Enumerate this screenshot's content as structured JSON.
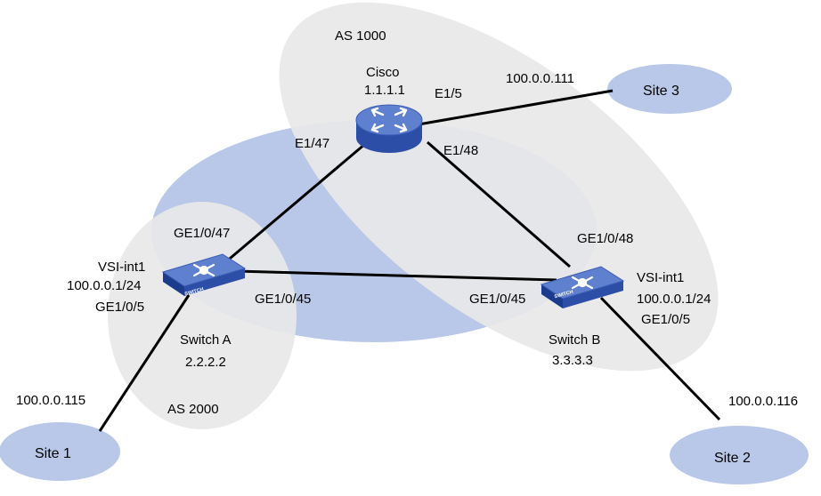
{
  "colors": {
    "backbone_region": "#b9c8e8",
    "as_region": "#e8e8e8",
    "site_cloud": "#b9c8e8",
    "link": "#000000",
    "device_body": "#2c4ea6",
    "device_top": "#5f7fcf"
  },
  "regions": {
    "as1000": "AS 1000",
    "as2000": "AS 2000"
  },
  "sites": {
    "site1": {
      "label": "Site 1",
      "address": "100.0.0.115"
    },
    "site2": {
      "label": "Site 2",
      "address": "100.0.0.116"
    },
    "site3": {
      "label": "Site 3",
      "address": "100.0.0.111"
    }
  },
  "devices": {
    "cisco": {
      "name": "Cisco",
      "router_id": "1.1.1.1",
      "icon": "router-icon",
      "ports": {
        "to_site3": "E1/5",
        "to_switch_a": "E1/47",
        "to_switch_b": "E1/48"
      }
    },
    "switch_a": {
      "name": "Switch A",
      "router_id": "2.2.2.2",
      "icon": "switch-icon",
      "badge": "SWITCH",
      "vsi": "VSI-int1",
      "vsi_ip": "100.0.0.1/24",
      "ports": {
        "to_cisco": "GE1/0/47",
        "to_switch_b": "GE1/0/45",
        "to_site1": "GE1/0/5"
      }
    },
    "switch_b": {
      "name": "Switch B",
      "router_id": "3.3.3.3",
      "icon": "switch-icon",
      "badge": "SWITCH",
      "vsi": "VSI-int1",
      "vsi_ip": "100.0.0.1/24",
      "ports": {
        "to_cisco": "GE1/0/48",
        "to_switch_a": "GE1/0/45",
        "to_site2": "GE1/0/5"
      }
    }
  }
}
